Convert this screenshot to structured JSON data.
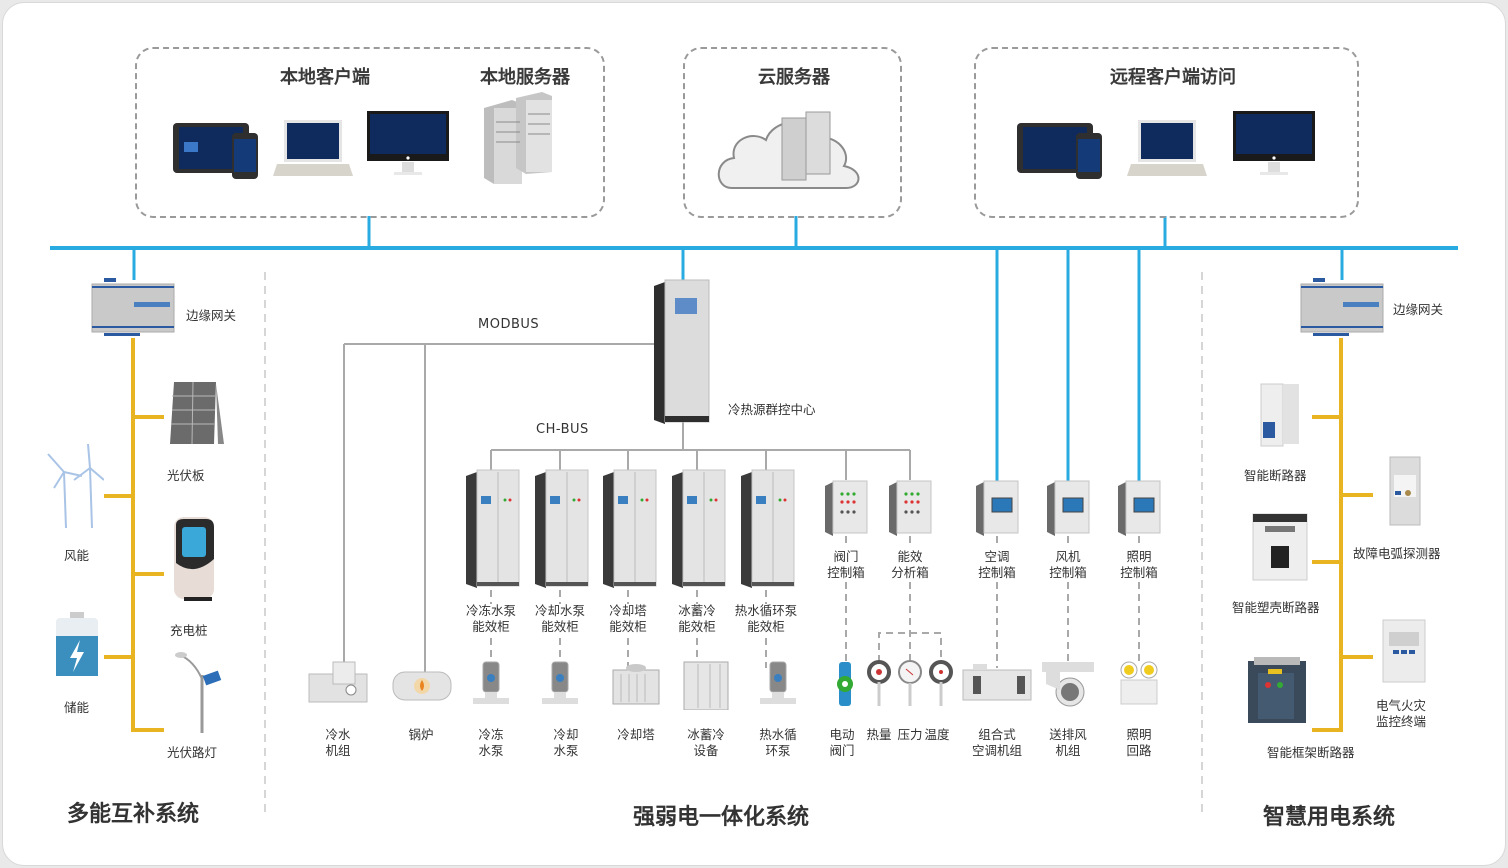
{
  "top": {
    "local_client": "本地客户端",
    "local_server": "本地服务器",
    "cloud_server": "云服务器",
    "remote_client": "远程客户端访问"
  },
  "buses": {
    "modbus": "MODBUS",
    "chbus": "CH-BUS"
  },
  "center_controller": "冷热源群控中心",
  "left": {
    "gateway": "边缘网关",
    "devices": [
      {
        "id": "pv-panel",
        "label": "光伏板"
      },
      {
        "id": "wind",
        "label": "风能"
      },
      {
        "id": "charger",
        "label": "充电桩"
      },
      {
        "id": "storage",
        "label": "储能"
      },
      {
        "id": "street-light",
        "label": "光伏路灯"
      }
    ],
    "section": "多能互补系统"
  },
  "middle": {
    "cabinets": [
      {
        "label": "冷冻水泵\n能效柜"
      },
      {
        "label": "冷却水泵\n能效柜"
      },
      {
        "label": "冷却塔\n能效柜"
      },
      {
        "label": "冰蓄冷\n能效柜"
      },
      {
        "label": "热水循环泵\n能效柜"
      }
    ],
    "boxes": [
      {
        "label": "阀门\n控制箱"
      },
      {
        "label": "能效\n分析箱"
      },
      {
        "label": "空调\n控制箱"
      },
      {
        "label": "风机\n控制箱"
      },
      {
        "label": "照明\n控制箱"
      }
    ],
    "equipment": [
      {
        "label": "冷水\n机组"
      },
      {
        "label": "锅炉"
      },
      {
        "label": "冷冻\n水泵"
      },
      {
        "label": "冷却\n水泵"
      },
      {
        "label": "冷却塔"
      },
      {
        "label": "冰蓄冷\n设备"
      },
      {
        "label": "热水循\n环泵"
      },
      {
        "label": "电动\n阀门"
      },
      {
        "label": "热量"
      },
      {
        "label": "压力"
      },
      {
        "label": "温度"
      },
      {
        "label": "组合式\n空调机组"
      },
      {
        "label": "送排风\n机组"
      },
      {
        "label": "照明\n回路"
      }
    ],
    "section": "强弱电一体化系统"
  },
  "right": {
    "gateway": "边缘网关",
    "devices": [
      {
        "label": "智能断路器"
      },
      {
        "label": "故障电弧探测器"
      },
      {
        "label": "智能塑壳断路器"
      },
      {
        "label": "电气火灾\n监控终端"
      },
      {
        "label": "智能框架断路器"
      }
    ],
    "section": "智慧用电系统"
  },
  "colors": {
    "network": "#29abe2",
    "field_bus": "#e8b422",
    "wire": "#a9a9a9",
    "dash": "#9a9a9a"
  }
}
